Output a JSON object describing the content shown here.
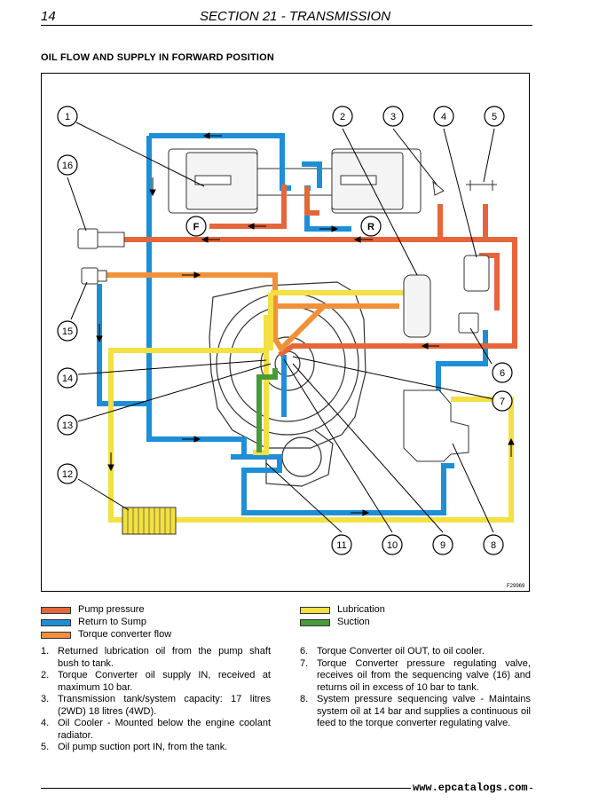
{
  "header": {
    "page_number": "14",
    "section_title": "SECTION 21 - TRANSMISSION"
  },
  "figure": {
    "title": "OIL FLOW AND SUPPLY IN FORWARD POSITION",
    "reference_code": "F29969",
    "callouts": [
      "1",
      "2",
      "3",
      "4",
      "5",
      "6",
      "7",
      "8",
      "9",
      "10",
      "11",
      "12",
      "13",
      "14",
      "15",
      "16"
    ],
    "direction_labels": {
      "forward": "F",
      "reverse": "R"
    },
    "colors": {
      "pump_pressure": "#e4663a",
      "return_to_sump": "#1e8fd6",
      "torque_converter_flow": "#f0913a",
      "lubrication": "#f3e043",
      "suction": "#4a9a3a"
    }
  },
  "legend": {
    "left": [
      {
        "label": "Pump pressure",
        "color": "#e4663a"
      },
      {
        "label": "Return to Sump",
        "color": "#1e8fd6"
      },
      {
        "label": "Torque converter flow",
        "color": "#f0913a"
      }
    ],
    "right": [
      {
        "label": "Lubrication",
        "color": "#f3e043"
      },
      {
        "label": "Suction",
        "color": "#4a9a3a"
      }
    ]
  },
  "notes_left": [
    {
      "n": "1.",
      "text": "Returned lubrication oil from the pump shaft bush to tank."
    },
    {
      "n": "2.",
      "text": "Torque Converter oil supply IN, received at maximum 10 bar."
    },
    {
      "n": "3.",
      "text": "Transmission tank/system capacity: 17 litres (2WD) 18 litres (4WD)."
    },
    {
      "n": "4.",
      "text": "Oil Cooler - Mounted below the engine coolant radiator."
    },
    {
      "n": "5.",
      "text": "Oil pump suction port IN, from the tank."
    }
  ],
  "notes_right": [
    {
      "n": "6.",
      "text": "Torque Converter oil OUT, to oil cooler."
    },
    {
      "n": "7.",
      "text": "Torque Converter pressure regulating valve, receives oil from the sequencing valve (16) and returns oil in excess of 10 bar to tank."
    },
    {
      "n": "8.",
      "text": "System pressure sequencing valve - Maintains system oil at 14 bar and supplies a continuous oil feed to the torque converter regulating valve."
    }
  ],
  "footer": {
    "url": "www.epcatalogs.com"
  }
}
